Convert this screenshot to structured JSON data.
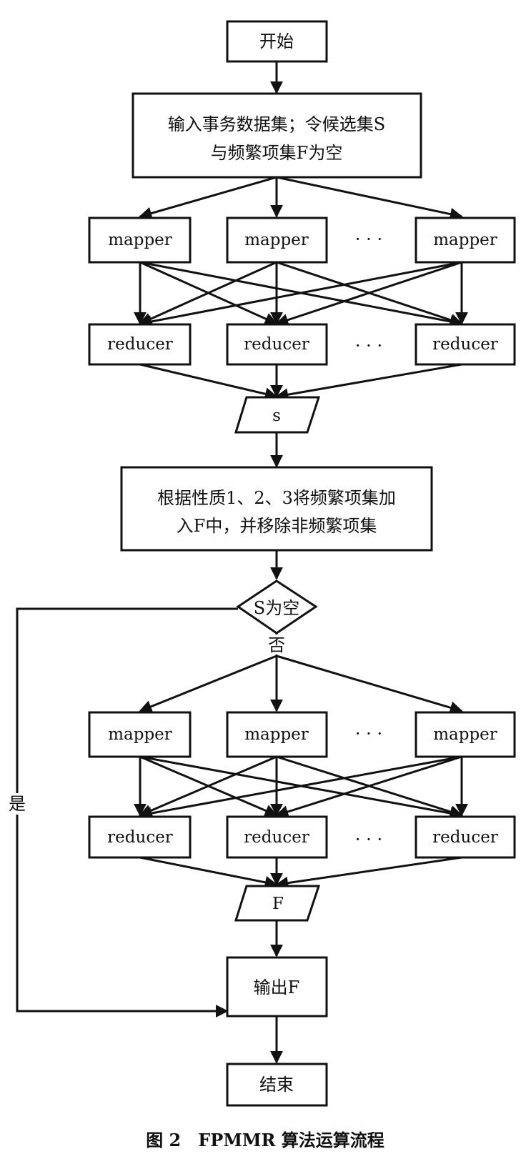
{
  "nodes": {
    "start": "开始",
    "input_line1": "输入事务数据集；令候选集S",
    "input_line2": "与频繁项集F为空",
    "mapper": "mapper",
    "reducer": "reducer",
    "ellipsis": "· · ·",
    "s_data": "s",
    "process_line1": "根据性质1、2、3将频繁项集加",
    "process_line2": "入F中，并移除非频繁项集",
    "decision": "S为空",
    "no_label": "否",
    "yes_label": "是",
    "f_data": "F",
    "output": "输出F",
    "end": "结束"
  },
  "caption": "图 2　FPMMR 算法运算流程"
}
